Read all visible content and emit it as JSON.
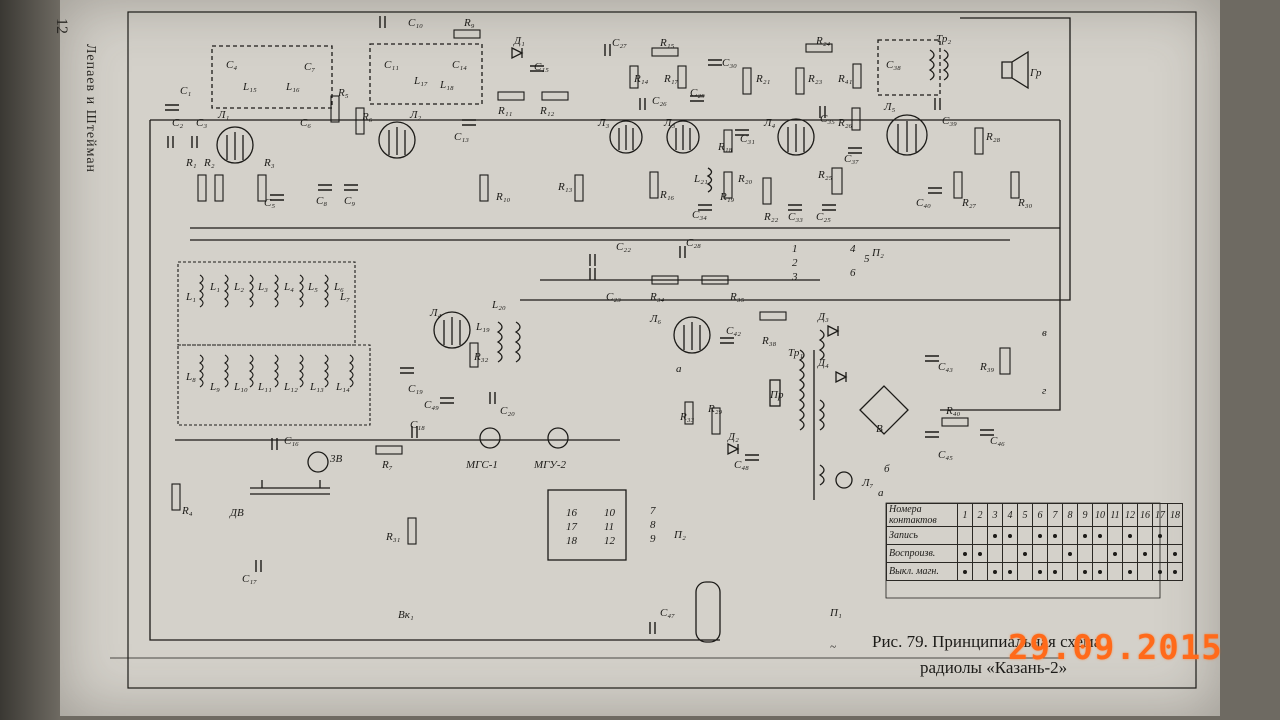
{
  "page": {
    "page_number": "12",
    "running_head": "Лепаев и Штейман"
  },
  "figure": {
    "caption_line1": "Рис. 79. Принципиальная схема",
    "caption_line2": "радиолы «Казань-2»"
  },
  "stamp": {
    "date": "29.09.2015"
  },
  "components": {
    "tubes": [
      "Л1",
      "Л2",
      "Л3",
      "Л3",
      "Л4",
      "Л5",
      "Л4",
      "Л6",
      "Л7"
    ],
    "resistors": [
      "R1",
      "R2",
      "R3",
      "R4",
      "R5",
      "R6",
      "R7",
      "R9",
      "R10",
      "R11",
      "R12",
      "R13",
      "R14",
      "R15",
      "R16",
      "R17",
      "R18",
      "R19",
      "R21",
      "R22",
      "R23",
      "R24",
      "R25",
      "R26",
      "R27",
      "R28",
      "R29",
      "R30",
      "R31",
      "R32",
      "R33",
      "R34",
      "R35",
      "R38",
      "R39",
      "R40",
      "R41"
    ],
    "capacitors": [
      "C1",
      "C2",
      "C3",
      "C4",
      "C5",
      "C6",
      "C7",
      "C8",
      "C9",
      "C10",
      "C11",
      "C12",
      "C13",
      "C14",
      "C15",
      "C16",
      "C17",
      "C18",
      "C19",
      "C20",
      "C22",
      "C23",
      "C25",
      "C26",
      "C27",
      "C28",
      "C29",
      "C30",
      "C31",
      "C33",
      "C34",
      "C35",
      "C37",
      "C38",
      "C39",
      "C40",
      "C42",
      "C43",
      "C45",
      "C46",
      "C47",
      "C48",
      "C49"
    ],
    "inductors": [
      "L1",
      "L2",
      "L3",
      "L4",
      "L5",
      "L6",
      "L7",
      "L8",
      "L9",
      "L10",
      "L11",
      "L12",
      "L13",
      "L14",
      "L15",
      "L16",
      "L17",
      "L18",
      "L19",
      "L20",
      "L21"
    ],
    "diodes": [
      "Д1",
      "Д2",
      "Д3",
      "Д4"
    ],
    "transformers": [
      "Тр1",
      "Тр2"
    ],
    "other": [
      "Гр",
      "МГС-1",
      "МГУ-2",
      "ДВ",
      "Вк1",
      "П1",
      "П2",
      "Пр",
      "В",
      "3В"
    ],
    "terminals": [
      "а",
      "б",
      "в",
      "г"
    ]
  },
  "contact_table": {
    "header_label": "Номера контактов",
    "columns": [
      "1",
      "2",
      "3",
      "4",
      "5",
      "6",
      "7",
      "8",
      "9",
      "10",
      "11",
      "12",
      "16",
      "17",
      "18"
    ],
    "rows": [
      {
        "label": "Запись",
        "marks": [
          0,
          0,
          1,
          1,
          0,
          1,
          1,
          0,
          1,
          1,
          0,
          1,
          0,
          1,
          0
        ]
      },
      {
        "label": "Воспроизв.",
        "marks": [
          1,
          1,
          0,
          0,
          1,
          0,
          0,
          1,
          0,
          0,
          1,
          0,
          1,
          0,
          1
        ]
      },
      {
        "label": "Выкл. магн.",
        "marks": [
          1,
          0,
          1,
          1,
          0,
          1,
          1,
          0,
          1,
          1,
          0,
          1,
          0,
          1,
          1
        ]
      }
    ]
  }
}
